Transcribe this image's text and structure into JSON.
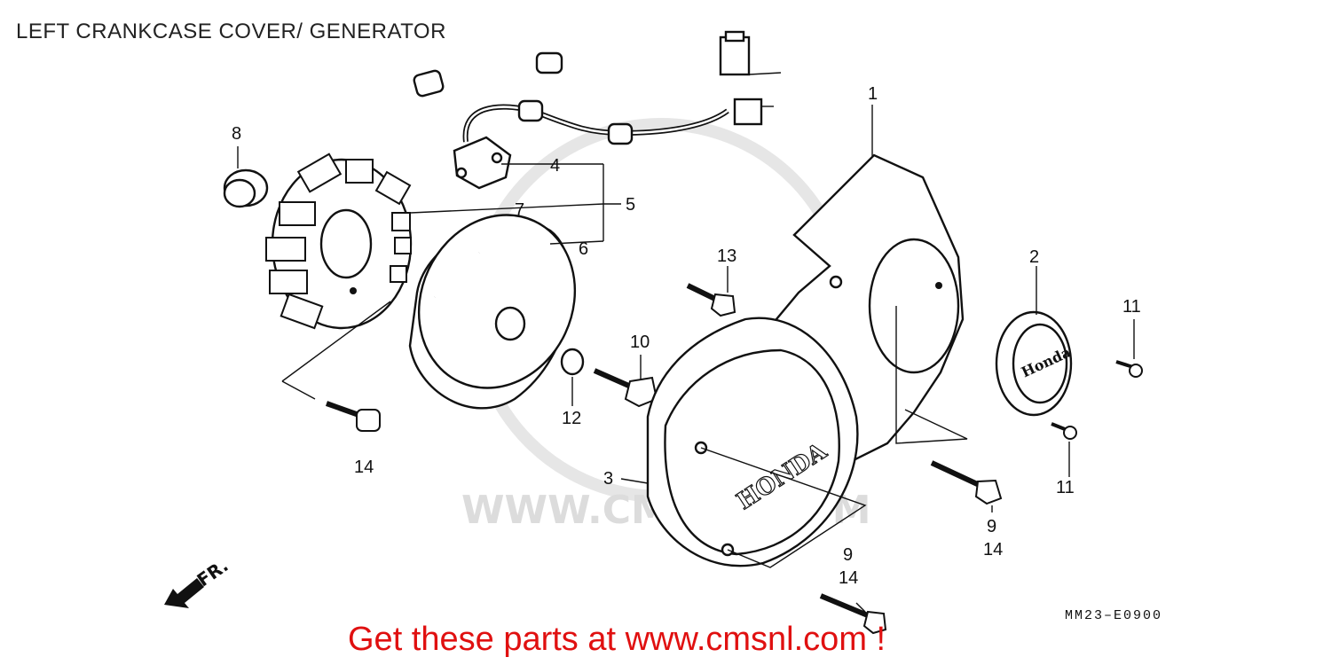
{
  "diagram": {
    "title": "LEFT CRANKCASE COVER/ GENERATOR",
    "drawing_code": "MM23–E0900",
    "cta": "Get these parts at www.cmsnl.com !",
    "watermark": "WWW.CMSNL.COM",
    "cover_brand": "HONDA",
    "cap_brand": "Honda",
    "direction_label": "FR.",
    "callouts": {
      "c1": "1",
      "c2": "2",
      "c3": "3",
      "c4": "4",
      "c5": "5",
      "c6": "6",
      "c7": "7",
      "c8": "8",
      "c9a": "9",
      "c9b": "9",
      "c10": "10",
      "c11a": "11",
      "c11b": "11",
      "c12": "12",
      "c13": "13",
      "c14a": "14",
      "c14b": "14",
      "c14c": "14"
    },
    "colors": {
      "cta": "#e01010",
      "watermark": "#dcdcdc",
      "ink": "#111111"
    }
  }
}
